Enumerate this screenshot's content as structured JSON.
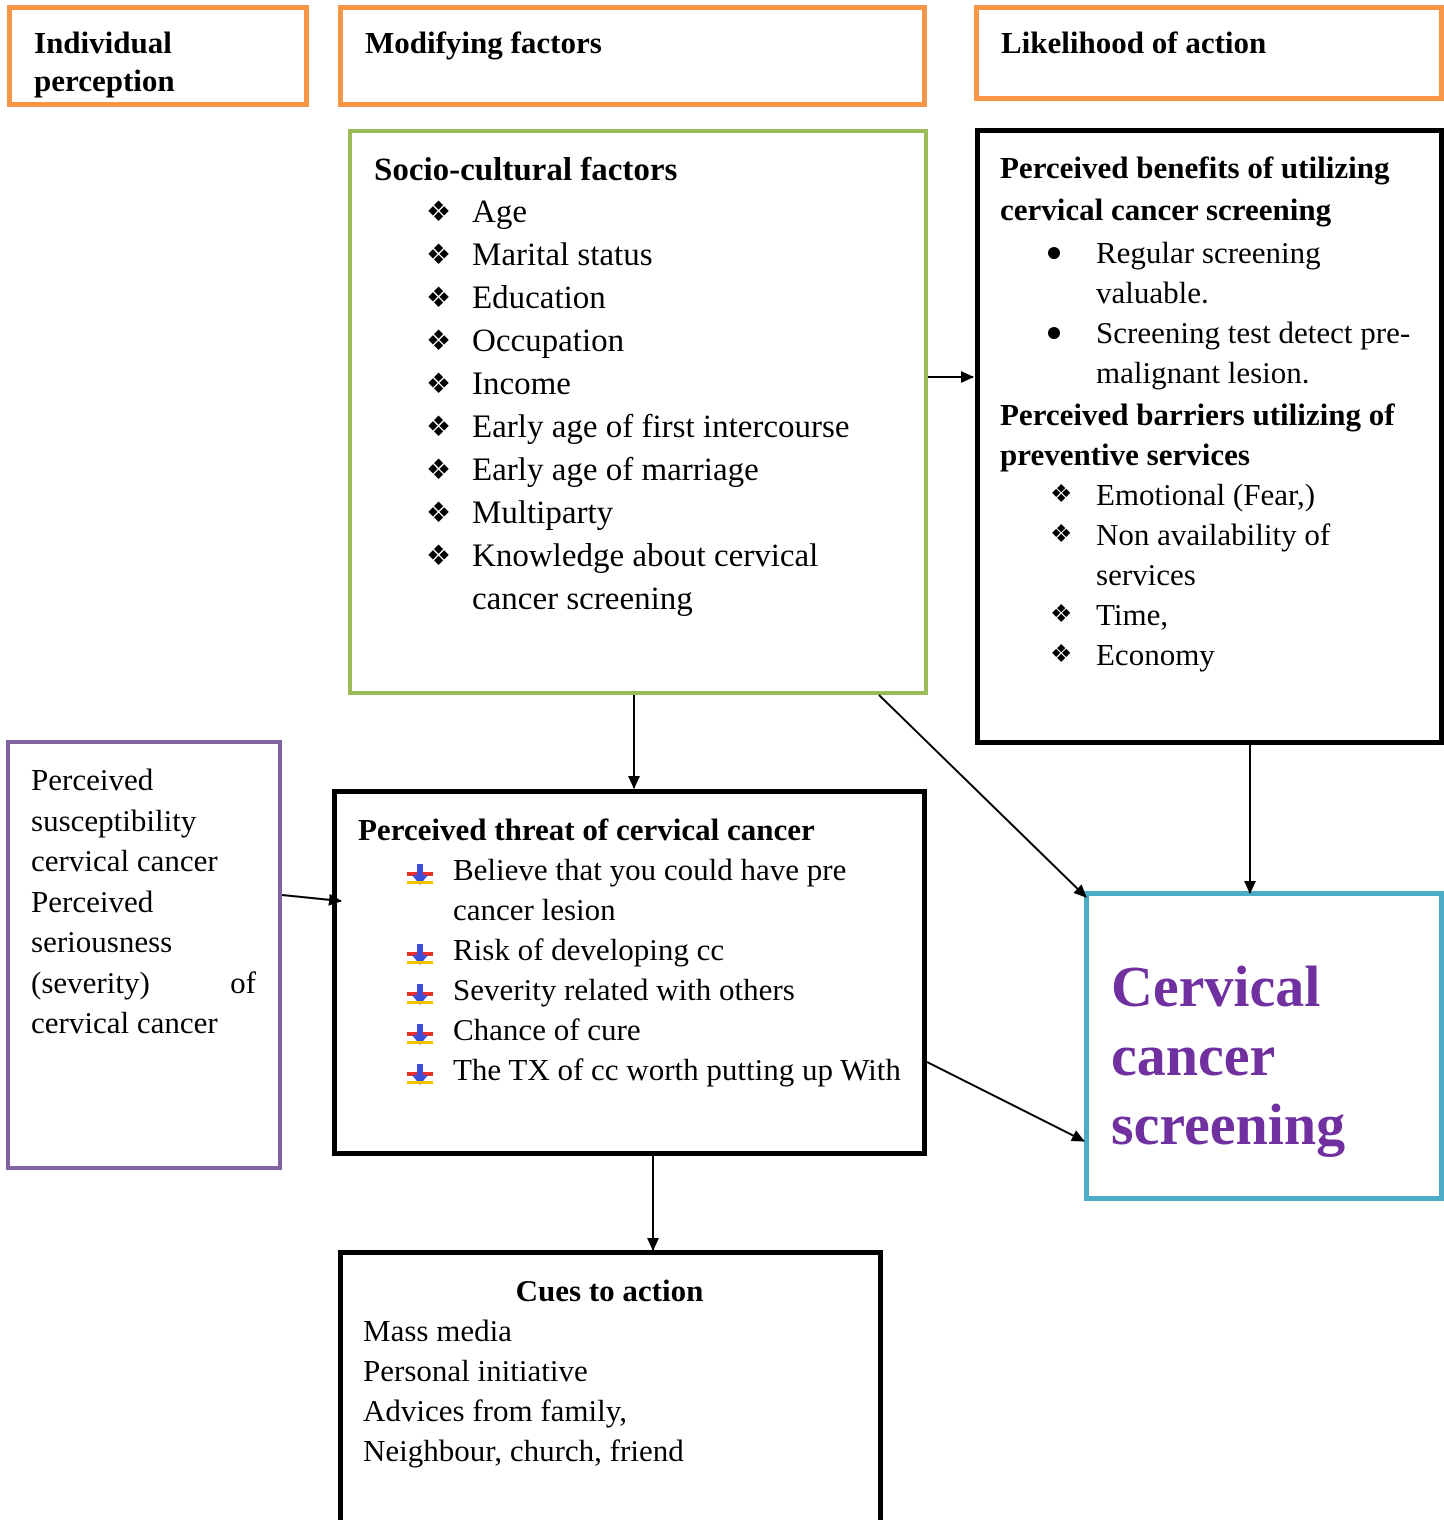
{
  "headers": {
    "individual": "Individual perception",
    "modifying": "Modifying factors",
    "likelihood": "Likelihood of action"
  },
  "socio": {
    "title": "Socio-cultural factors",
    "items": [
      "Age",
      "Marital status",
      "Education",
      "Occupation",
      "Income",
      "Early age of first intercourse",
      "Early age of marriage",
      "Multiparty",
      "Knowledge about cervical cancer screening"
    ]
  },
  "benefits": {
    "title": "Perceived benefits of utilizing cervical cancer screening",
    "items": [
      "Regular screening valuable.",
      "Screening test detect pre- malignant lesion."
    ],
    "barriers_title": "Perceived barriers utilizing of preventive services",
    "barriers": [
      "Emotional (Fear,)",
      "Non availability of services",
      "Time,",
      "Economy"
    ]
  },
  "individual": {
    "lines": [
      "Perceived",
      "susceptibility",
      "cervical cancer",
      "Perceived",
      "seriousness"
    ],
    "severity_left": "(severity)",
    "severity_right": "of",
    "last": "cervical cancer"
  },
  "threat": {
    "title": "Perceived threat of cervical cancer",
    "items": [
      "Believe that you could have pre cancer lesion",
      "Risk of developing cc",
      "Severity related with others",
      "Chance of cure",
      "The TX of cc worth putting up With"
    ]
  },
  "outcome": {
    "label": "Cervical cancer screening"
  },
  "cues": {
    "title": "Cues to action",
    "items": [
      "Mass media",
      "Personal initiative",
      "Advices from family,",
      "Neighbour, church, friend"
    ]
  },
  "colors": {
    "header_border": "#f79646",
    "socio_border": "#9bbb59",
    "individual_border": "#8064a2",
    "outcome_border": "#4bacc6",
    "outcome_text": "#7030a0",
    "threat_arrow_red": "#e8312a",
    "threat_arrow_blue": "#3b4fd8",
    "threat_arrow_yellow": "#f2c200"
  },
  "icons": {
    "diamond_bullet": "four-diamond-bullet-icon",
    "round_bullet": "round-bullet-icon",
    "threat_bullet": "down-arrow-bullet-icon"
  }
}
